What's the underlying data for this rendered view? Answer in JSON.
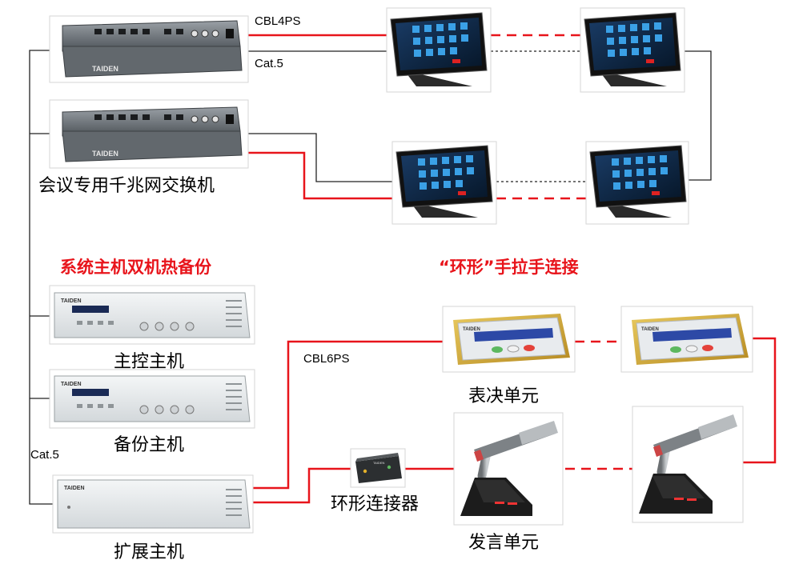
{
  "labels": {
    "switch_caption": "会议专用千兆网交换机",
    "cable_top": "CBL4PS",
    "cat5_top": "Cat.5",
    "redundancy_title": "系统主机双机热备份",
    "ring_title": "“环形”手拉手连接",
    "master_caption": "主控主机",
    "backup_caption": "备份主机",
    "cat5_left": "Cat.5",
    "extension_caption": "扩展主机",
    "cable_mid": "CBL6PS",
    "voting_caption": "表决单元",
    "ring_connector_caption": "环形连接器",
    "speaking_caption": "发言单元"
  },
  "brand": {
    "logo_text": "TAIDEN"
  },
  "colors": {
    "accent_red": "#e8141b",
    "line_black": "#222222"
  }
}
